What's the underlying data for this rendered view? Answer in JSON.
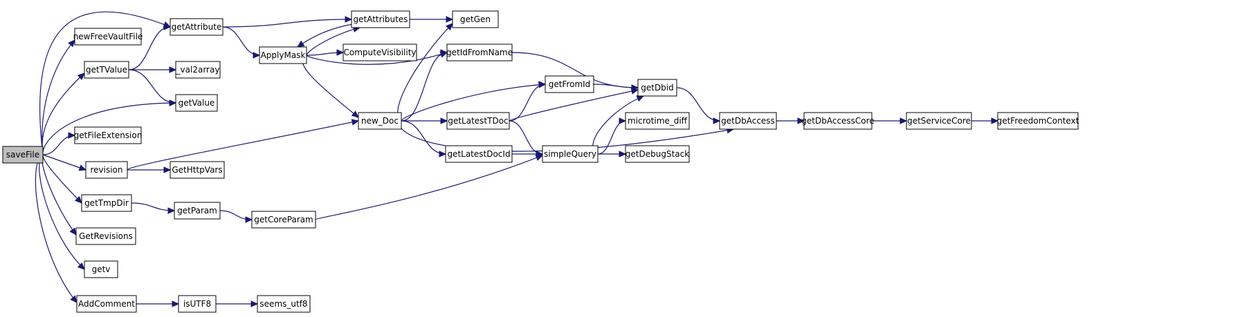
{
  "graph": {
    "root": "saveFile",
    "nodes": [
      {
        "id": "saveFile",
        "label": "saveFile",
        "role": "root"
      },
      {
        "id": "getAttribute",
        "label": "getAttribute"
      },
      {
        "id": "newFreeVaultFile",
        "label": "newFreeVaultFile"
      },
      {
        "id": "getTValue",
        "label": "getTValue"
      },
      {
        "id": "getValue",
        "label": "getValue"
      },
      {
        "id": "getFileExtension",
        "label": "getFileExtension"
      },
      {
        "id": "revision",
        "label": "revision"
      },
      {
        "id": "getTmpDir",
        "label": "getTmpDir"
      },
      {
        "id": "GetRevisions",
        "label": "GetRevisions"
      },
      {
        "id": "getv",
        "label": "getv"
      },
      {
        "id": "AddComment",
        "label": "AddComment"
      },
      {
        "id": "val2array",
        "label": "_val2array"
      },
      {
        "id": "GetHttpVars",
        "label": "GetHttpVars"
      },
      {
        "id": "getParam",
        "label": "getParam"
      },
      {
        "id": "isUTF8",
        "label": "isUTF8"
      },
      {
        "id": "getAttributes",
        "label": "getAttributes"
      },
      {
        "id": "ApplyMask",
        "label": "ApplyMask"
      },
      {
        "id": "ComputeVisibility",
        "label": "ComputeVisibility"
      },
      {
        "id": "getCoreParam",
        "label": "getCoreParam"
      },
      {
        "id": "seems_utf8",
        "label": "seems_utf8"
      },
      {
        "id": "new_Doc",
        "label": "new_Doc"
      },
      {
        "id": "getGen",
        "label": "getGen"
      },
      {
        "id": "getIdFromName",
        "label": "getIdFromName"
      },
      {
        "id": "getLatestTDoc",
        "label": "getLatestTDoc"
      },
      {
        "id": "getLatestDocId",
        "label": "getLatestDocId"
      },
      {
        "id": "getFromId",
        "label": "getFromId"
      },
      {
        "id": "simpleQuery",
        "label": "simpleQuery"
      },
      {
        "id": "getDbid",
        "label": "getDbid"
      },
      {
        "id": "microtime_diff",
        "label": "microtime_diff"
      },
      {
        "id": "getDebugStack",
        "label": "getDebugStack"
      },
      {
        "id": "getDbAccess",
        "label": "getDbAccess"
      },
      {
        "id": "getDbAccessCore",
        "label": "getDbAccessCore"
      },
      {
        "id": "getServiceCore",
        "label": "getServiceCore"
      },
      {
        "id": "getFreedomContext",
        "label": "getFreedomContext"
      }
    ],
    "edges": [
      {
        "from": "saveFile",
        "to": "getAttribute"
      },
      {
        "from": "saveFile",
        "to": "newFreeVaultFile"
      },
      {
        "from": "saveFile",
        "to": "getTValue"
      },
      {
        "from": "saveFile",
        "to": "getValue"
      },
      {
        "from": "saveFile",
        "to": "getFileExtension"
      },
      {
        "from": "saveFile",
        "to": "revision"
      },
      {
        "from": "saveFile",
        "to": "getTmpDir"
      },
      {
        "from": "saveFile",
        "to": "GetRevisions"
      },
      {
        "from": "saveFile",
        "to": "getv"
      },
      {
        "from": "saveFile",
        "to": "AddComment"
      },
      {
        "from": "getAttribute",
        "to": "getAttributes"
      },
      {
        "from": "getAttribute",
        "to": "ApplyMask"
      },
      {
        "from": "getTValue",
        "to": "getAttribute"
      },
      {
        "from": "getTValue",
        "to": "val2array"
      },
      {
        "from": "getTValue",
        "to": "getValue"
      },
      {
        "from": "revision",
        "to": "new_Doc"
      },
      {
        "from": "revision",
        "to": "GetHttpVars"
      },
      {
        "from": "getTmpDir",
        "to": "getParam"
      },
      {
        "from": "AddComment",
        "to": "isUTF8"
      },
      {
        "from": "isUTF8",
        "to": "seems_utf8"
      },
      {
        "from": "getParam",
        "to": "getCoreParam"
      },
      {
        "from": "getCoreParam",
        "to": "simpleQuery"
      },
      {
        "from": "getAttributes",
        "to": "getGen"
      },
      {
        "from": "getAttributes",
        "to": "ApplyMask"
      },
      {
        "from": "ApplyMask",
        "to": "getAttributes"
      },
      {
        "from": "ApplyMask",
        "to": "ComputeVisibility"
      },
      {
        "from": "ApplyMask",
        "to": "getIdFromName"
      },
      {
        "from": "ApplyMask",
        "to": "new_Doc"
      },
      {
        "from": "new_Doc",
        "to": "getGen"
      },
      {
        "from": "new_Doc",
        "to": "getIdFromName"
      },
      {
        "from": "new_Doc",
        "to": "getFromId"
      },
      {
        "from": "new_Doc",
        "to": "getLatestTDoc"
      },
      {
        "from": "new_Doc",
        "to": "getLatestDocId"
      },
      {
        "from": "new_Doc",
        "to": "getDbAccess"
      },
      {
        "from": "getIdFromName",
        "to": "getDbid"
      },
      {
        "from": "getLatestTDoc",
        "to": "getFromId"
      },
      {
        "from": "getLatestTDoc",
        "to": "getDbid"
      },
      {
        "from": "getLatestTDoc",
        "to": "simpleQuery"
      },
      {
        "from": "getLatestDocId",
        "to": "simpleQuery"
      },
      {
        "from": "getFromId",
        "to": "getDbid"
      },
      {
        "from": "simpleQuery",
        "to": "getDbid"
      },
      {
        "from": "simpleQuery",
        "to": "microtime_diff"
      },
      {
        "from": "simpleQuery",
        "to": "getDebugStack"
      },
      {
        "from": "getDbid",
        "to": "getDbAccess"
      },
      {
        "from": "getDbAccess",
        "to": "getDbAccessCore"
      },
      {
        "from": "getDbAccessCore",
        "to": "getServiceCore"
      },
      {
        "from": "getServiceCore",
        "to": "getFreedomContext"
      }
    ]
  },
  "colors": {
    "edge": "#191970",
    "node_border": "#000000",
    "node_fill": "#ffffff",
    "root_fill": "#bfbfbf",
    "background": "#ffffff"
  }
}
